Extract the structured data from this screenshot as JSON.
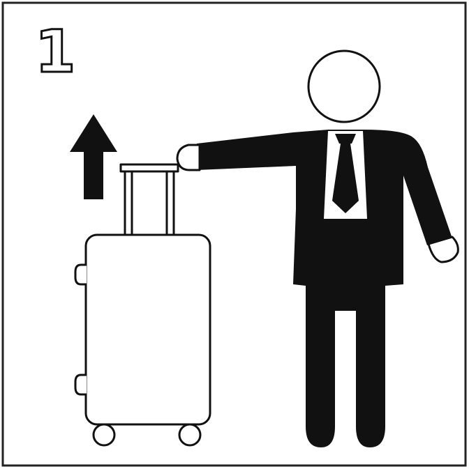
{
  "step": {
    "number": "1"
  },
  "colors": {
    "ink": "#111111",
    "paper": "#ffffff",
    "frame": "#222222"
  },
  "icons": {
    "arrow": "arrow-up-icon",
    "person": "businessman-figure",
    "object": "rolling-suitcase"
  }
}
